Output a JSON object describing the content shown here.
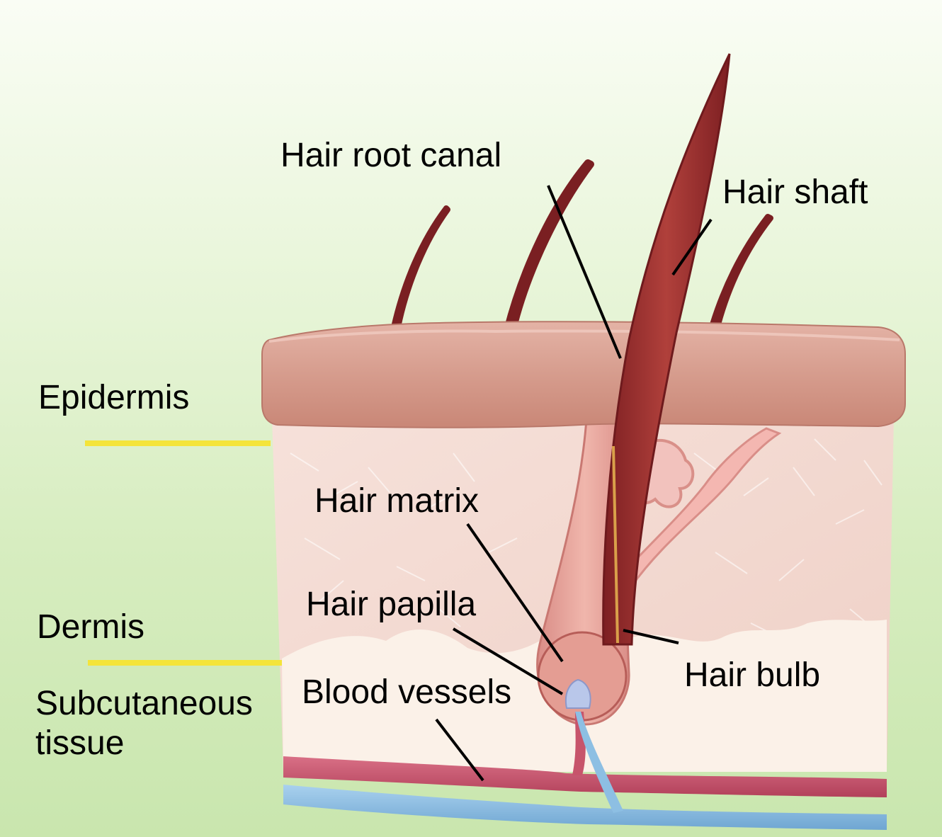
{
  "labels": {
    "hair_root_canal": "Hair root canal",
    "hair_shaft": "Hair shaft",
    "epidermis": "Epidermis",
    "hair_matrix": "Hair matrix",
    "hair_papilla": "Hair papilla",
    "dermis": "Dermis",
    "hair_bulb": "Hair bulb",
    "blood_vessels": "Blood vessels",
    "subcutaneous_tissue": "Subcutaneous tissue"
  },
  "colors": {
    "background_top": "#fafdf5",
    "background_bottom": "#c9e6ae",
    "epidermis": "#d9a092",
    "dermis": "#f3dad2",
    "subcutaneous": "#fbf1e8",
    "hair": "#9c2f2d",
    "artery": "#c7546b",
    "vein": "#8dbfe3",
    "layer_marker": "#f4e43a",
    "leader_line": "#000000"
  }
}
